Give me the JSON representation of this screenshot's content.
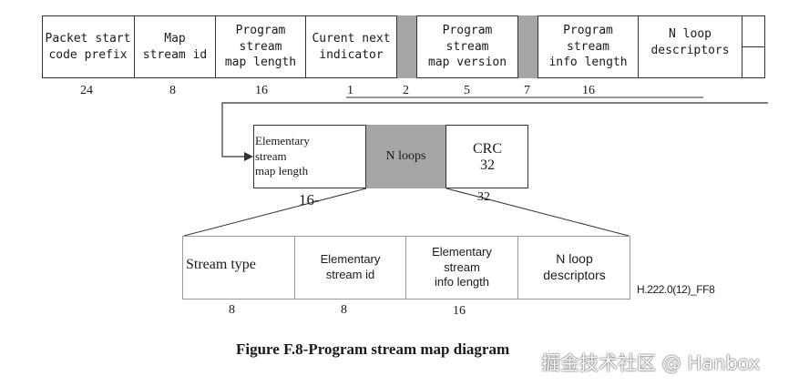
{
  "top_row": {
    "fields": [
      "Packet start\ncode prefix",
      "Map\nstream id",
      "Program\nstream\nmap length",
      "Curent next\nindicator",
      "",
      "Program\nstream\nmap version",
      "",
      "Program\nstream\ninfo length",
      "N loop\ndescriptors"
    ],
    "bits": [
      "24",
      "8",
      "16",
      "1",
      "2",
      "5",
      "7",
      "16"
    ]
  },
  "middle_row": {
    "fields": [
      "Elementary\nstream\nmap length",
      "N loops",
      "CRC\n32"
    ],
    "bits": [
      "16-",
      "32"
    ]
  },
  "bottom_row": {
    "fields": [
      "Stream type",
      "Elementary\nstream  id",
      "Elementary\nstream\ninfo  length",
      "N loop\ndescriptors"
    ],
    "bits": [
      "8",
      "8",
      "16"
    ]
  },
  "reference": "H.222.0(12)_FF8",
  "caption": "Figure F.8-Program stream map diagram",
  "watermark": "掘金技术社区 @ Hanbox",
  "colors": {
    "shaded": "#a6a6a6",
    "line": "#333333"
  }
}
